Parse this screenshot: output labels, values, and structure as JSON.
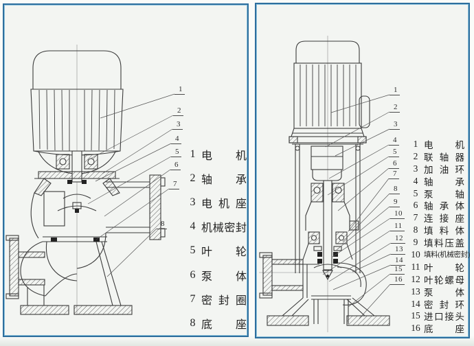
{
  "left_panel": {
    "callouts": [
      "1",
      "2",
      "3",
      "4",
      "5",
      "6",
      "7",
      "8"
    ],
    "legend": [
      {
        "num": "1",
        "name": "电机"
      },
      {
        "num": "2",
        "name": "轴承"
      },
      {
        "num": "3",
        "name": "电机座"
      },
      {
        "num": "4",
        "name": "机械密封"
      },
      {
        "num": "5",
        "name": "叶轮"
      },
      {
        "num": "6",
        "name": "泵体"
      },
      {
        "num": "7",
        "name": "密封圈"
      },
      {
        "num": "8",
        "name": "底座"
      }
    ]
  },
  "right_panel": {
    "callouts": [
      "1",
      "2",
      "3",
      "4",
      "5",
      "6",
      "7",
      "8",
      "9",
      "10",
      "11",
      "12",
      "13",
      "14",
      "15",
      "16"
    ],
    "legend": [
      {
        "num": "1",
        "name": "电机"
      },
      {
        "num": "2",
        "name": "联轴器"
      },
      {
        "num": "3",
        "name": "加油环"
      },
      {
        "num": "4",
        "name": "轴承"
      },
      {
        "num": "5",
        "name": "泵轴"
      },
      {
        "num": "6",
        "name": "轴承体"
      },
      {
        "num": "7",
        "name": "连接座"
      },
      {
        "num": "8",
        "name": "填料体"
      },
      {
        "num": "9",
        "name": "填料压盖"
      },
      {
        "num": "10",
        "name": "填料(机械密封)"
      },
      {
        "num": "11",
        "name": "叶轮"
      },
      {
        "num": "12",
        "name": "叶轮螺母"
      },
      {
        "num": "13",
        "name": "泵体"
      },
      {
        "num": "14",
        "name": "密封环"
      },
      {
        "num": "15",
        "name": "进口接头"
      },
      {
        "num": "16",
        "name": "底座"
      }
    ]
  }
}
